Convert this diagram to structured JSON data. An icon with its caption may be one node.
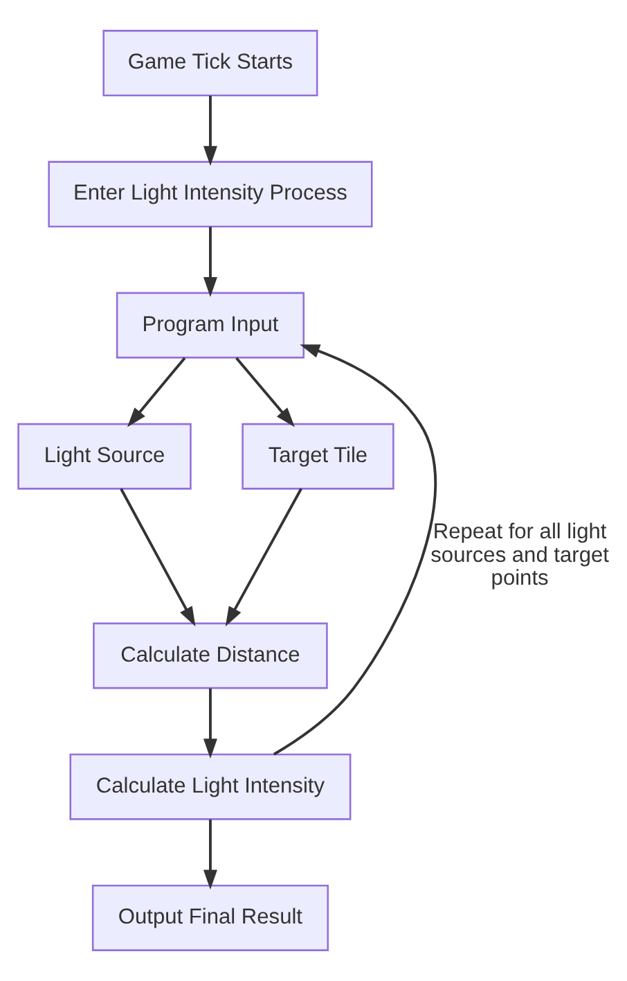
{
  "diagram": {
    "nodes": [
      {
        "text": [
          "Game Tick Starts"
        ]
      },
      {
        "text": [
          "Enter Light Intensity Process"
        ]
      },
      {
        "text": [
          "Program Input"
        ]
      },
      {
        "text": [
          "Light Source"
        ]
      },
      {
        "text": [
          "Target Tile"
        ]
      },
      {
        "text": [
          "Calculate Distance"
        ]
      },
      {
        "text": [
          "Calculate Light Intensity"
        ]
      },
      {
        "text": [
          "Output Final Result"
        ]
      }
    ],
    "edges": [
      {
        "from": 0,
        "to": 1,
        "arrow": "to"
      },
      {
        "from": 1,
        "to": 2,
        "arrow": "to"
      },
      {
        "from": 2,
        "to": 3,
        "arrow": "to"
      },
      {
        "from": 2,
        "to": 4,
        "arrow": "to"
      },
      {
        "from": 3,
        "to": 5,
        "arrow": "to"
      },
      {
        "from": 4,
        "to": 5,
        "arrow": "to"
      },
      {
        "from": 5,
        "to": 6,
        "arrow": "to"
      },
      {
        "from": 6,
        "to": 2,
        "arrow": "to",
        "label": "Repeat for all light sources and target points"
      },
      {
        "from": 6,
        "to": 7,
        "arrow": "to"
      }
    ]
  }
}
